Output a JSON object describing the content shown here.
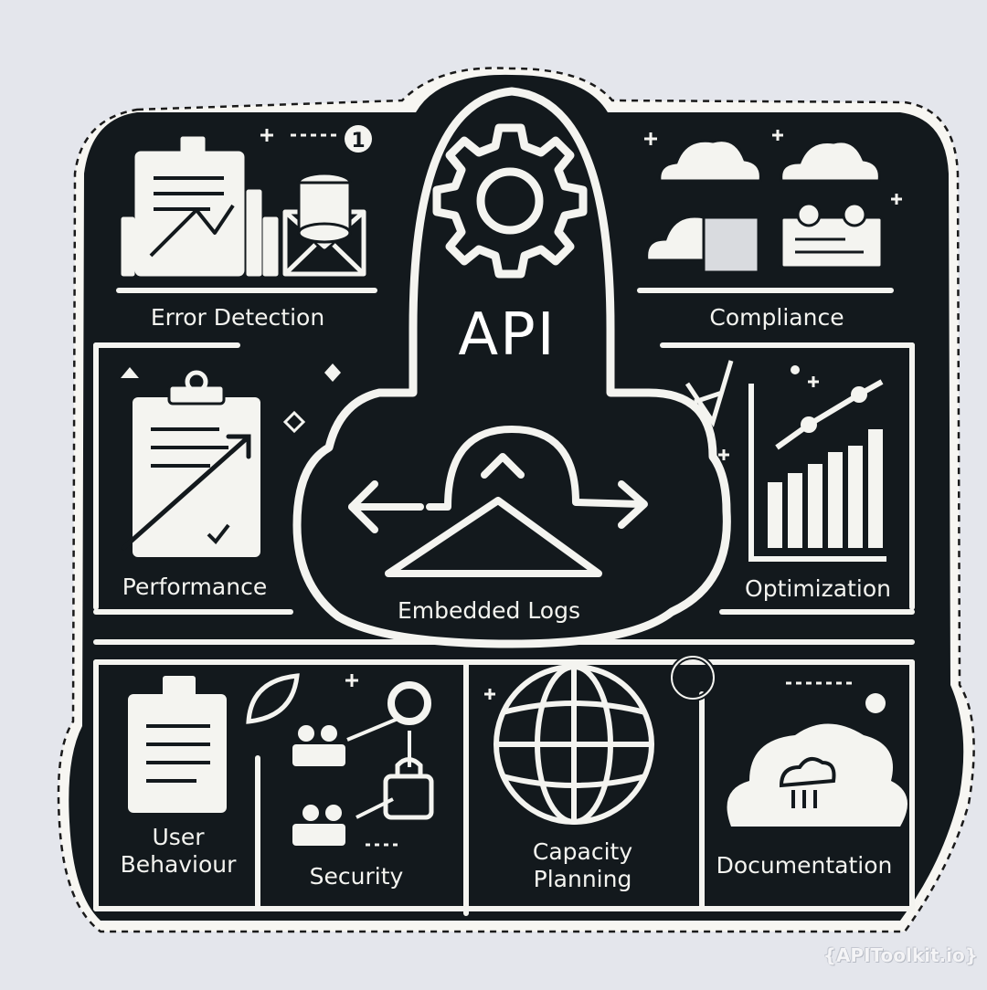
{
  "center": {
    "title": "API",
    "subtitle": "Embedded Logs"
  },
  "panels": [
    {
      "id": "error-detection",
      "label": "Error Detection",
      "icons": [
        "document-icon",
        "bar-chart-icon",
        "envelope-icon",
        "database-icon"
      ]
    },
    {
      "id": "compliance",
      "label": "Compliance",
      "icons": [
        "cloud-icon",
        "server-icon"
      ]
    },
    {
      "id": "performance",
      "label": "Performance",
      "icons": [
        "clipboard-icon",
        "trend-arrow-icon"
      ]
    },
    {
      "id": "optimization",
      "label": "Optimization",
      "icons": [
        "bar-chart-icon",
        "trend-line-icon"
      ]
    },
    {
      "id": "user-behaviour",
      "label_line1": "User",
      "label_line2": "Behaviour",
      "icons": [
        "clipboard-icon",
        "leaf-icon"
      ]
    },
    {
      "id": "security",
      "label": "Security",
      "icons": [
        "users-icon",
        "lock-icon"
      ]
    },
    {
      "id": "capacity-planning",
      "label_line1": "Capacity",
      "label_line2": "Planning",
      "icons": [
        "globe-icon"
      ]
    },
    {
      "id": "documentation",
      "label": "Documentation",
      "icons": [
        "cloud-icon"
      ]
    }
  ],
  "badge": "1",
  "watermark": "{APIToolkit.io}",
  "colors": {
    "background": "#e4e6ec",
    "panel": "#13191d",
    "line": "#f4f4f0"
  }
}
